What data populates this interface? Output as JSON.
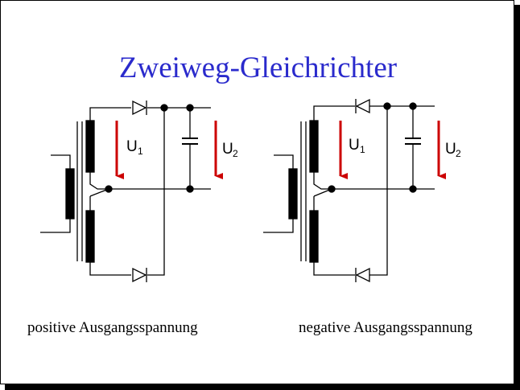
{
  "title": "Zweiweg-Gleichrichter",
  "circuits": [
    {
      "caption": "positive Ausgangsspannung",
      "voltage_labels": [
        {
          "main": "U",
          "sub": "1"
        },
        {
          "main": "U",
          "sub": "2"
        }
      ]
    },
    {
      "caption": "negative Ausgangsspannung",
      "voltage_labels": [
        {
          "main": "U",
          "sub": "1"
        },
        {
          "main": "U",
          "sub": "2"
        }
      ]
    }
  ],
  "colors": {
    "title": "#2a2acc",
    "arrow": "#cc0000",
    "wire": "#000000"
  }
}
